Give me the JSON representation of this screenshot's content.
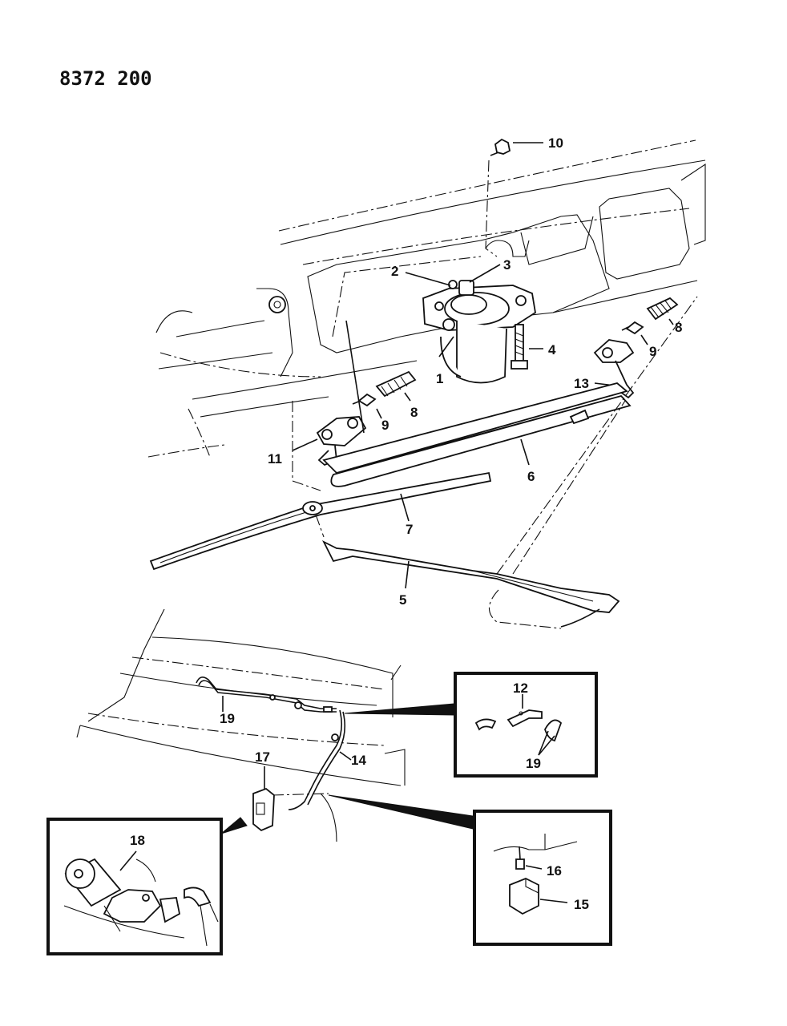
{
  "drawing_number": "8372 200",
  "callouts": {
    "c1": "1",
    "c2": "2",
    "c3": "3",
    "c4": "4",
    "c5": "5",
    "c6": "6",
    "c7": "7",
    "c8a": "8",
    "c8b": "8",
    "c9a": "9",
    "c9b": "9",
    "c10": "10",
    "c11": "11",
    "c12": "12",
    "c13": "13",
    "c14": "14",
    "c15": "15",
    "c16": "16",
    "c17": "17",
    "c18": "18",
    "c19a": "19",
    "c19b": "19"
  },
  "colors": {
    "ink": "#111111",
    "paper": "#ffffff"
  }
}
